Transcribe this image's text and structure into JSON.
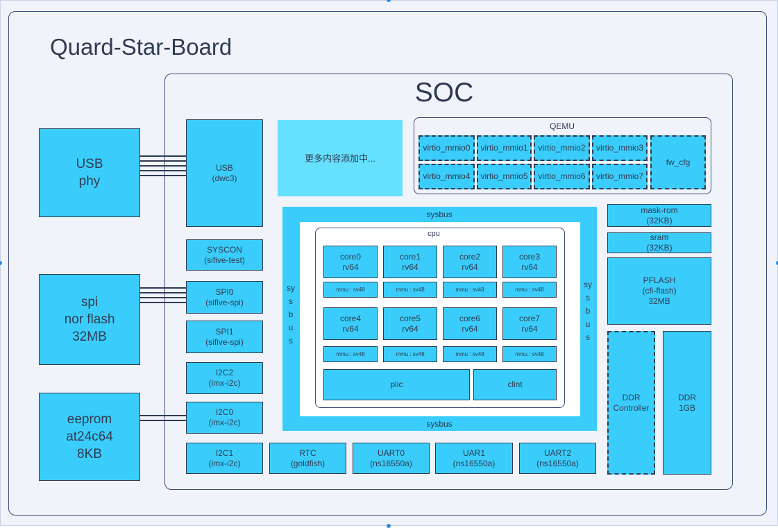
{
  "board_title": "Quard-Star-Board",
  "soc_title": "SOC",
  "external": {
    "usb_phy": "USB\nphy",
    "spi_flash": "spi\nnor flash\n32MB",
    "eeprom": "eeprom\nat24c64\n8KB"
  },
  "peripherals": {
    "usb": "USB\n(dwc3)",
    "syscon": "SYSCON\n(sifive-test)",
    "spi0": "SPI0\n(sifive-spi)",
    "spi1": "SPI1\n(sifive-spi)",
    "i2c2": "I2C2\n(imx-i2c)",
    "i2c0": "I2C0\n(imx-i2c)",
    "i2c1": "I2C1\n(imx-i2c)",
    "rtc": "RTC\n(goldfish)",
    "uart0": "UART0\n(ns16550a)",
    "uart1": "UAR1\n(ns16550a)",
    "uart2": "UART2\n(ns16550a)"
  },
  "placeholder": "更多内容添加中...",
  "qemu": {
    "title": "QEMU",
    "virtio": [
      "virtio_mmio0",
      "virtio_mmio1",
      "virtio_mmio2",
      "virtio_mmio3",
      "virtio_mmio4",
      "virtio_mmio5",
      "virtio_mmio6",
      "virtio_mmio7"
    ],
    "fw_cfg": "fw_cfg"
  },
  "sysbus": {
    "top": "sysbus",
    "bottom": "sysbus",
    "left": "sysbus",
    "right": "sysbus"
  },
  "cpu": {
    "title": "cpu",
    "cores": [
      "core0\nrv64",
      "core1\nrv64",
      "core2\nrv64",
      "core3\nrv64",
      "core4\nrv64",
      "core5\nrv64",
      "core6\nrv64",
      "core7\nrv64"
    ],
    "mmu": "mmu : sv48",
    "plic": "plic",
    "clint": "clint"
  },
  "memory": {
    "mask_rom": "mask-rom\n(32KB)",
    "sram": "sram\n(32KB)",
    "pflash": "PFLASH\n(cfi-flash)\n32MB",
    "ddr_ctrl": "DDR\nController",
    "ddr": "DDR\n1GB"
  },
  "colors": {
    "block_fill": "#3acdfb",
    "placeholder_fill": "#66e0ff",
    "background": "#f0f3fa",
    "outline": "#2f3b52"
  }
}
